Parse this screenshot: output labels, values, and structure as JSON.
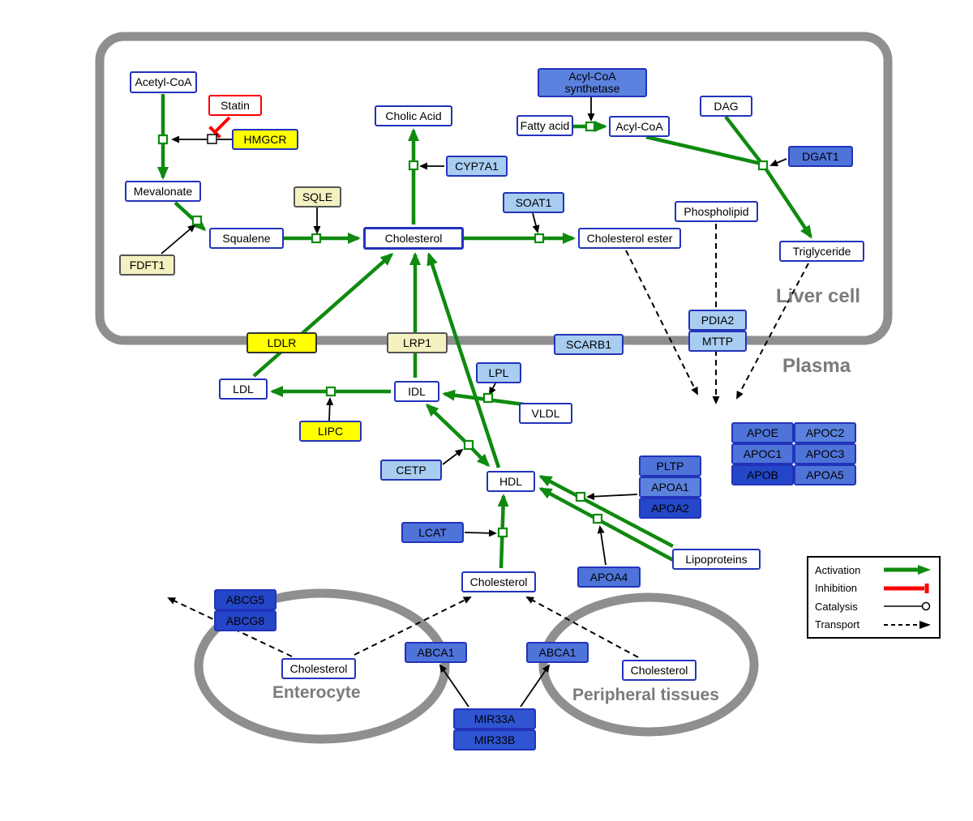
{
  "regions": {
    "liver": "Liver cell",
    "plasma": "Plasma",
    "enterocyte": "Enterocyte",
    "peripheral": "Peripheral tissues"
  },
  "nodes": {
    "acetyl_coa": "Acetyl-CoA",
    "statin": "Statin",
    "hmgcr": "HMGCR",
    "mevalonate": "Mevalonate",
    "sqle": "SQLE",
    "fdft1": "FDFT1",
    "squalene": "Squalene",
    "cholesterol_liver": "Cholesterol",
    "cholic_acid": "Cholic Acid",
    "cyp7a1": "CYP7A1",
    "soat1": "SOAT1",
    "cholesterol_ester": "Cholesterol ester",
    "acyl_coa_synthetase": "Acyl-CoA synthetase",
    "fatty_acid": "Fatty acid",
    "acyl_coa": "Acyl-CoA",
    "dag": "DAG",
    "dgat1": "DGAT1",
    "phospholipid": "Phospholipid",
    "triglyceride": "Triglyceride",
    "ldlr": "LDLR",
    "lrp1": "LRP1",
    "scarb1": "SCARB1",
    "pdia2": "PDIA2",
    "mttp": "MTTP",
    "ldl": "LDL",
    "idl": "IDL",
    "lpl": "LPL",
    "vldl": "VLDL",
    "lipc": "LIPC",
    "cetp": "CETP",
    "hdl": "HDL",
    "pltp": "PLTP",
    "apoa1": "APOA1",
    "apoa2": "APOA2",
    "apoe": "APOE",
    "apoc2": "APOC2",
    "apoc1": "APOC1",
    "apoc3": "APOC3",
    "apob": "APOB",
    "apoa5": "APOA5",
    "lcat": "LCAT",
    "apoa4": "APOA4",
    "lipoproteins": "Lipoproteins",
    "cholesterol_plasma": "Cholesterol",
    "abcg5": "ABCG5",
    "abcg8": "ABCG8",
    "cholesterol_enterocyte": "Cholesterol",
    "abca1_left": "ABCA1",
    "abca1_right": "ABCA1",
    "cholesterol_peripheral": "Cholesterol",
    "mir33a": "MIR33A",
    "mir33b": "MIR33B"
  },
  "legend": {
    "activation": "Activation",
    "inhibition": "Inhibition",
    "catalysis": "Catalysis",
    "transport": "Transport"
  },
  "colors": {
    "activation_green": "#0f8a0f",
    "inhibition_red": "#ff0000",
    "membrane_gray": "#8f8f8f",
    "metabolite_border": "#2233bb",
    "bright_yellow": "#ffff00",
    "pale_yellow": "#f4f1c1",
    "light_blue": "#a9cdf0",
    "medium_blue": "#4f74d9",
    "dark_blue": "#2446c8"
  }
}
